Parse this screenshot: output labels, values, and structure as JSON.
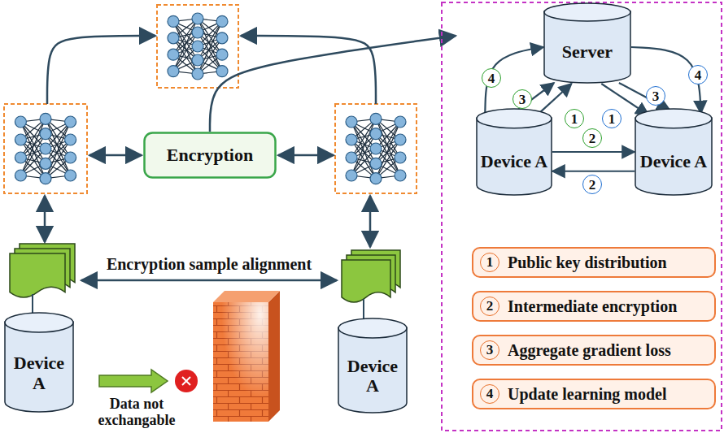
{
  "diagram": {
    "nodes": [
      {
        "text": [
          "Encryption"
        ]
      },
      {
        "text": [
          "Device A"
        ]
      },
      {
        "text": [
          "Device A"
        ]
      },
      {
        "text": [
          "Server"
        ]
      },
      {
        "text": [
          "Device A"
        ]
      },
      {
        "text": [
          "Device A"
        ]
      },
      {
        "text": [
          "1",
          "Public key distribution"
        ]
      },
      {
        "text": [
          "2",
          "Intermediate encryption"
        ]
      },
      {
        "text": [
          "3",
          "Aggregate gradient loss"
        ]
      },
      {
        "text": [
          "4",
          "Update learning model"
        ]
      }
    ],
    "edges": [
      {
        "from": 4,
        "to": 3,
        "arrow": "to",
        "label": "4"
      },
      {
        "from": 4,
        "to": 3,
        "arrow": "to",
        "label": "3"
      },
      {
        "from": 4,
        "to": 3,
        "arrow": "to",
        "label": "1"
      },
      {
        "from": 4,
        "to": 5,
        "arrow": "to",
        "label": "2"
      },
      {
        "from": 5,
        "to": 4,
        "arrow": "to",
        "label": "2"
      },
      {
        "from": 3,
        "to": 5,
        "arrow": "to",
        "label": "1"
      },
      {
        "from": 3,
        "to": 5,
        "arrow": "to",
        "label": "3"
      },
      {
        "from": 3,
        "to": 5,
        "arrow": "to",
        "label": "4"
      }
    ],
    "labels": [
      "Encryption sample alignment",
      "Data not exchangable"
    ]
  }
}
